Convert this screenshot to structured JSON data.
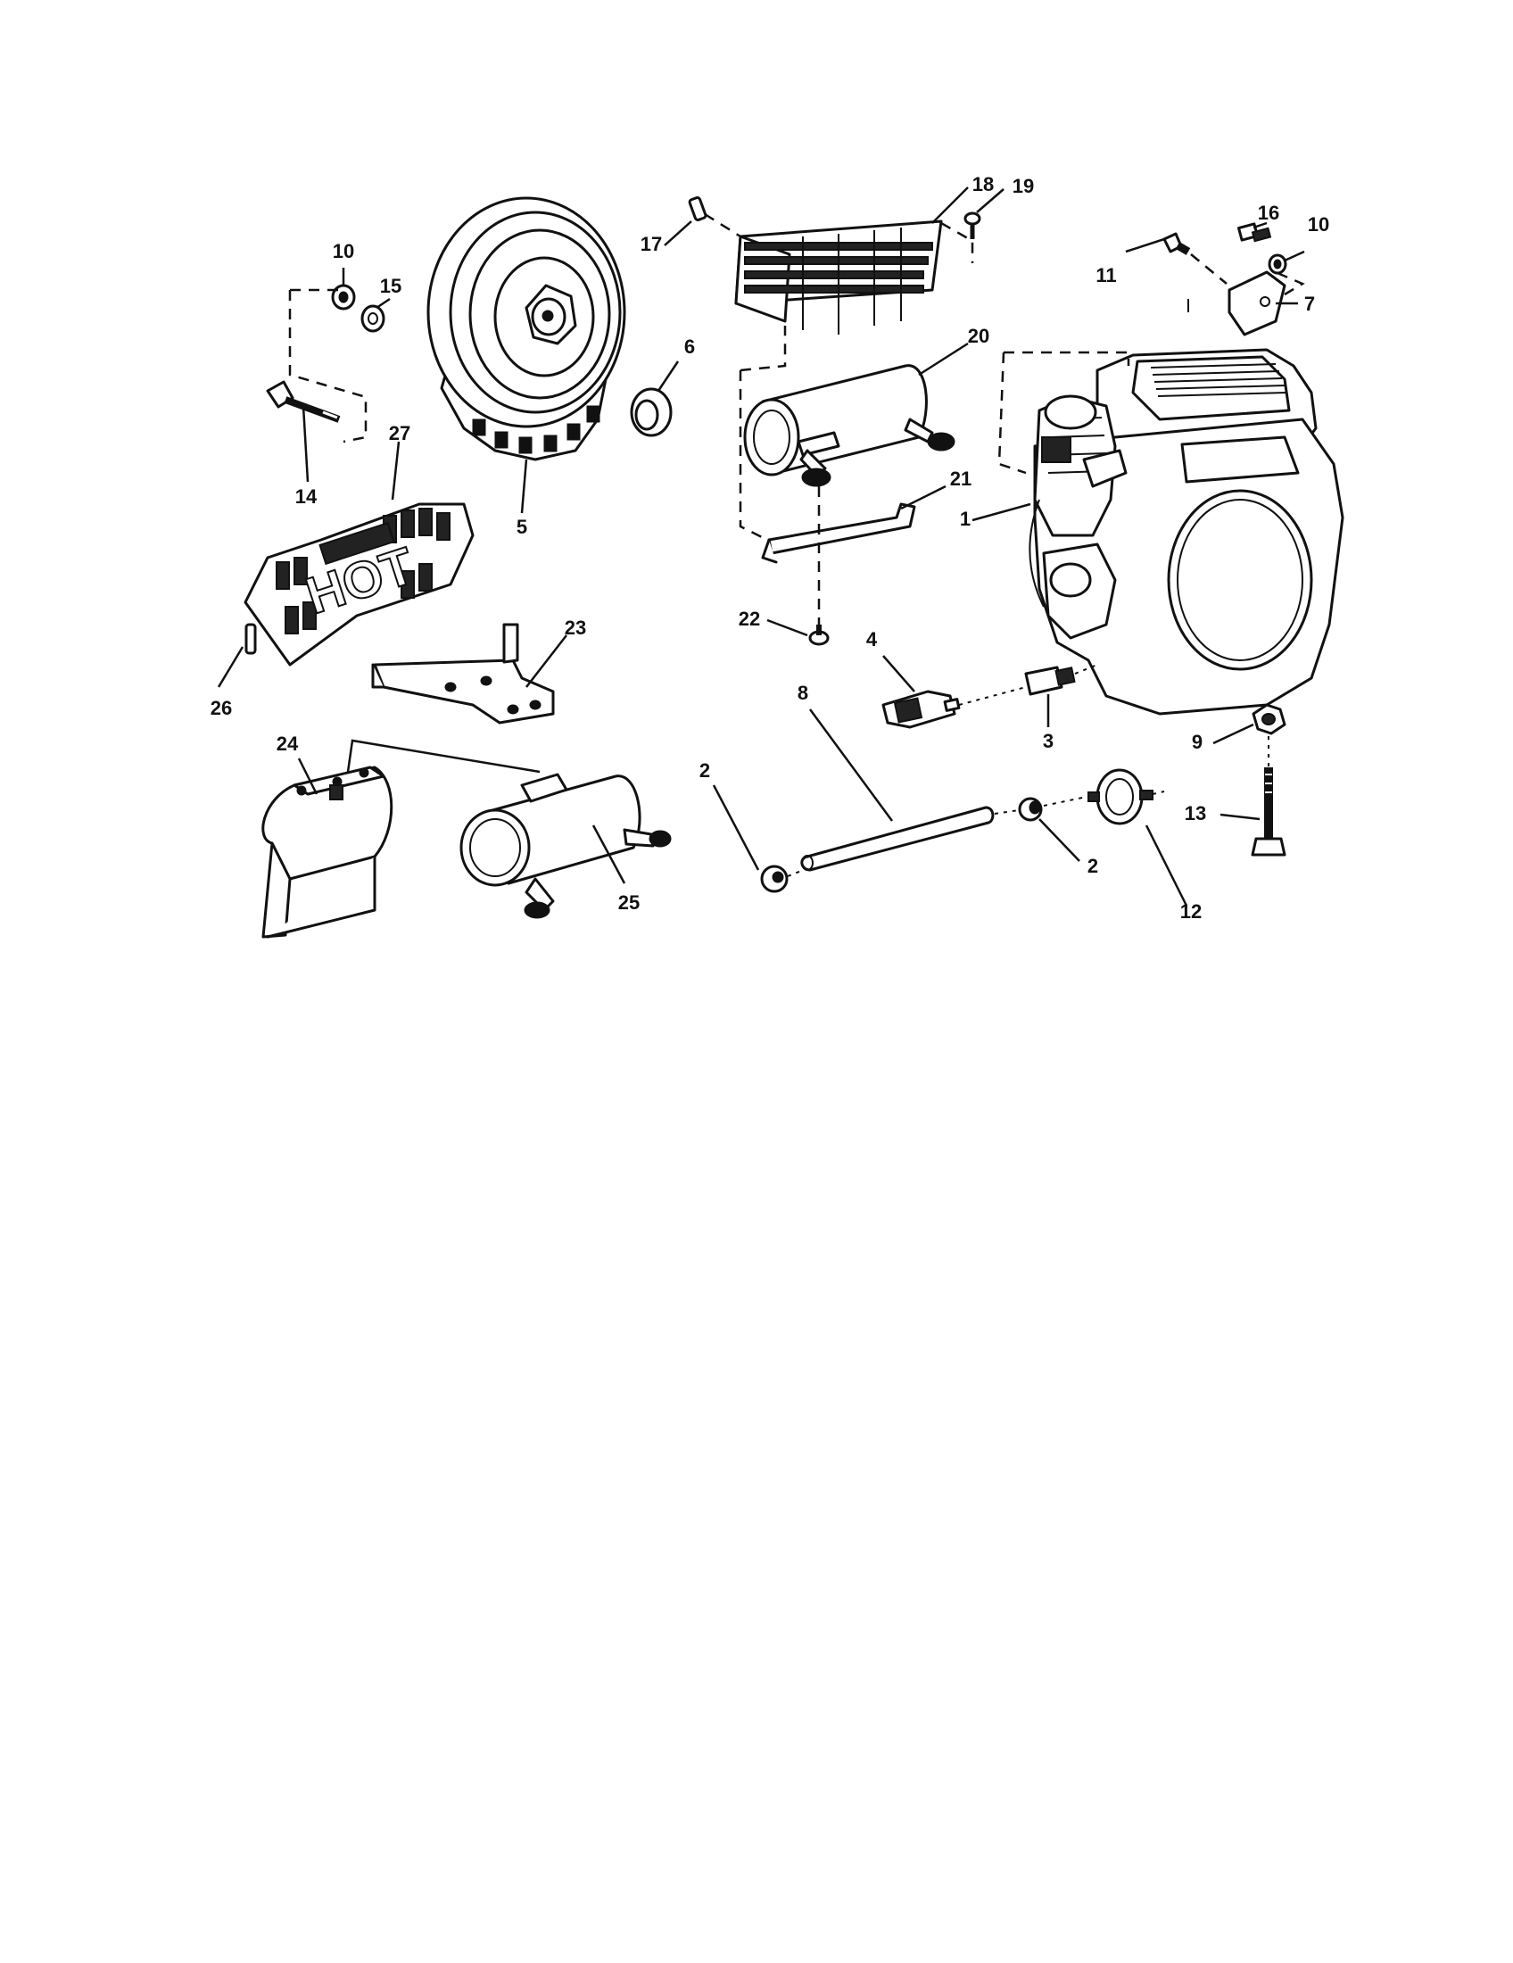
{
  "labels": {
    "l1": "1",
    "l2a": "2",
    "l2b": "2",
    "l3": "3",
    "l4": "4",
    "l5": "5",
    "l6": "6",
    "l7": "7",
    "l8": "8",
    "l9": "9",
    "l10a": "10",
    "l10b": "10",
    "l11": "11",
    "l12": "12",
    "l13": "13",
    "l14": "14",
    "l15": "15",
    "l16": "16",
    "l17": "17",
    "l18": "18",
    "l19": "19",
    "l20": "20",
    "l21": "21",
    "l22": "22",
    "l23": "23",
    "l24": "24",
    "l25": "25",
    "l26": "26",
    "l27": "27"
  },
  "decal_text": "HOT",
  "colors": {
    "ink": "#111111",
    "paper": "#ffffff"
  }
}
